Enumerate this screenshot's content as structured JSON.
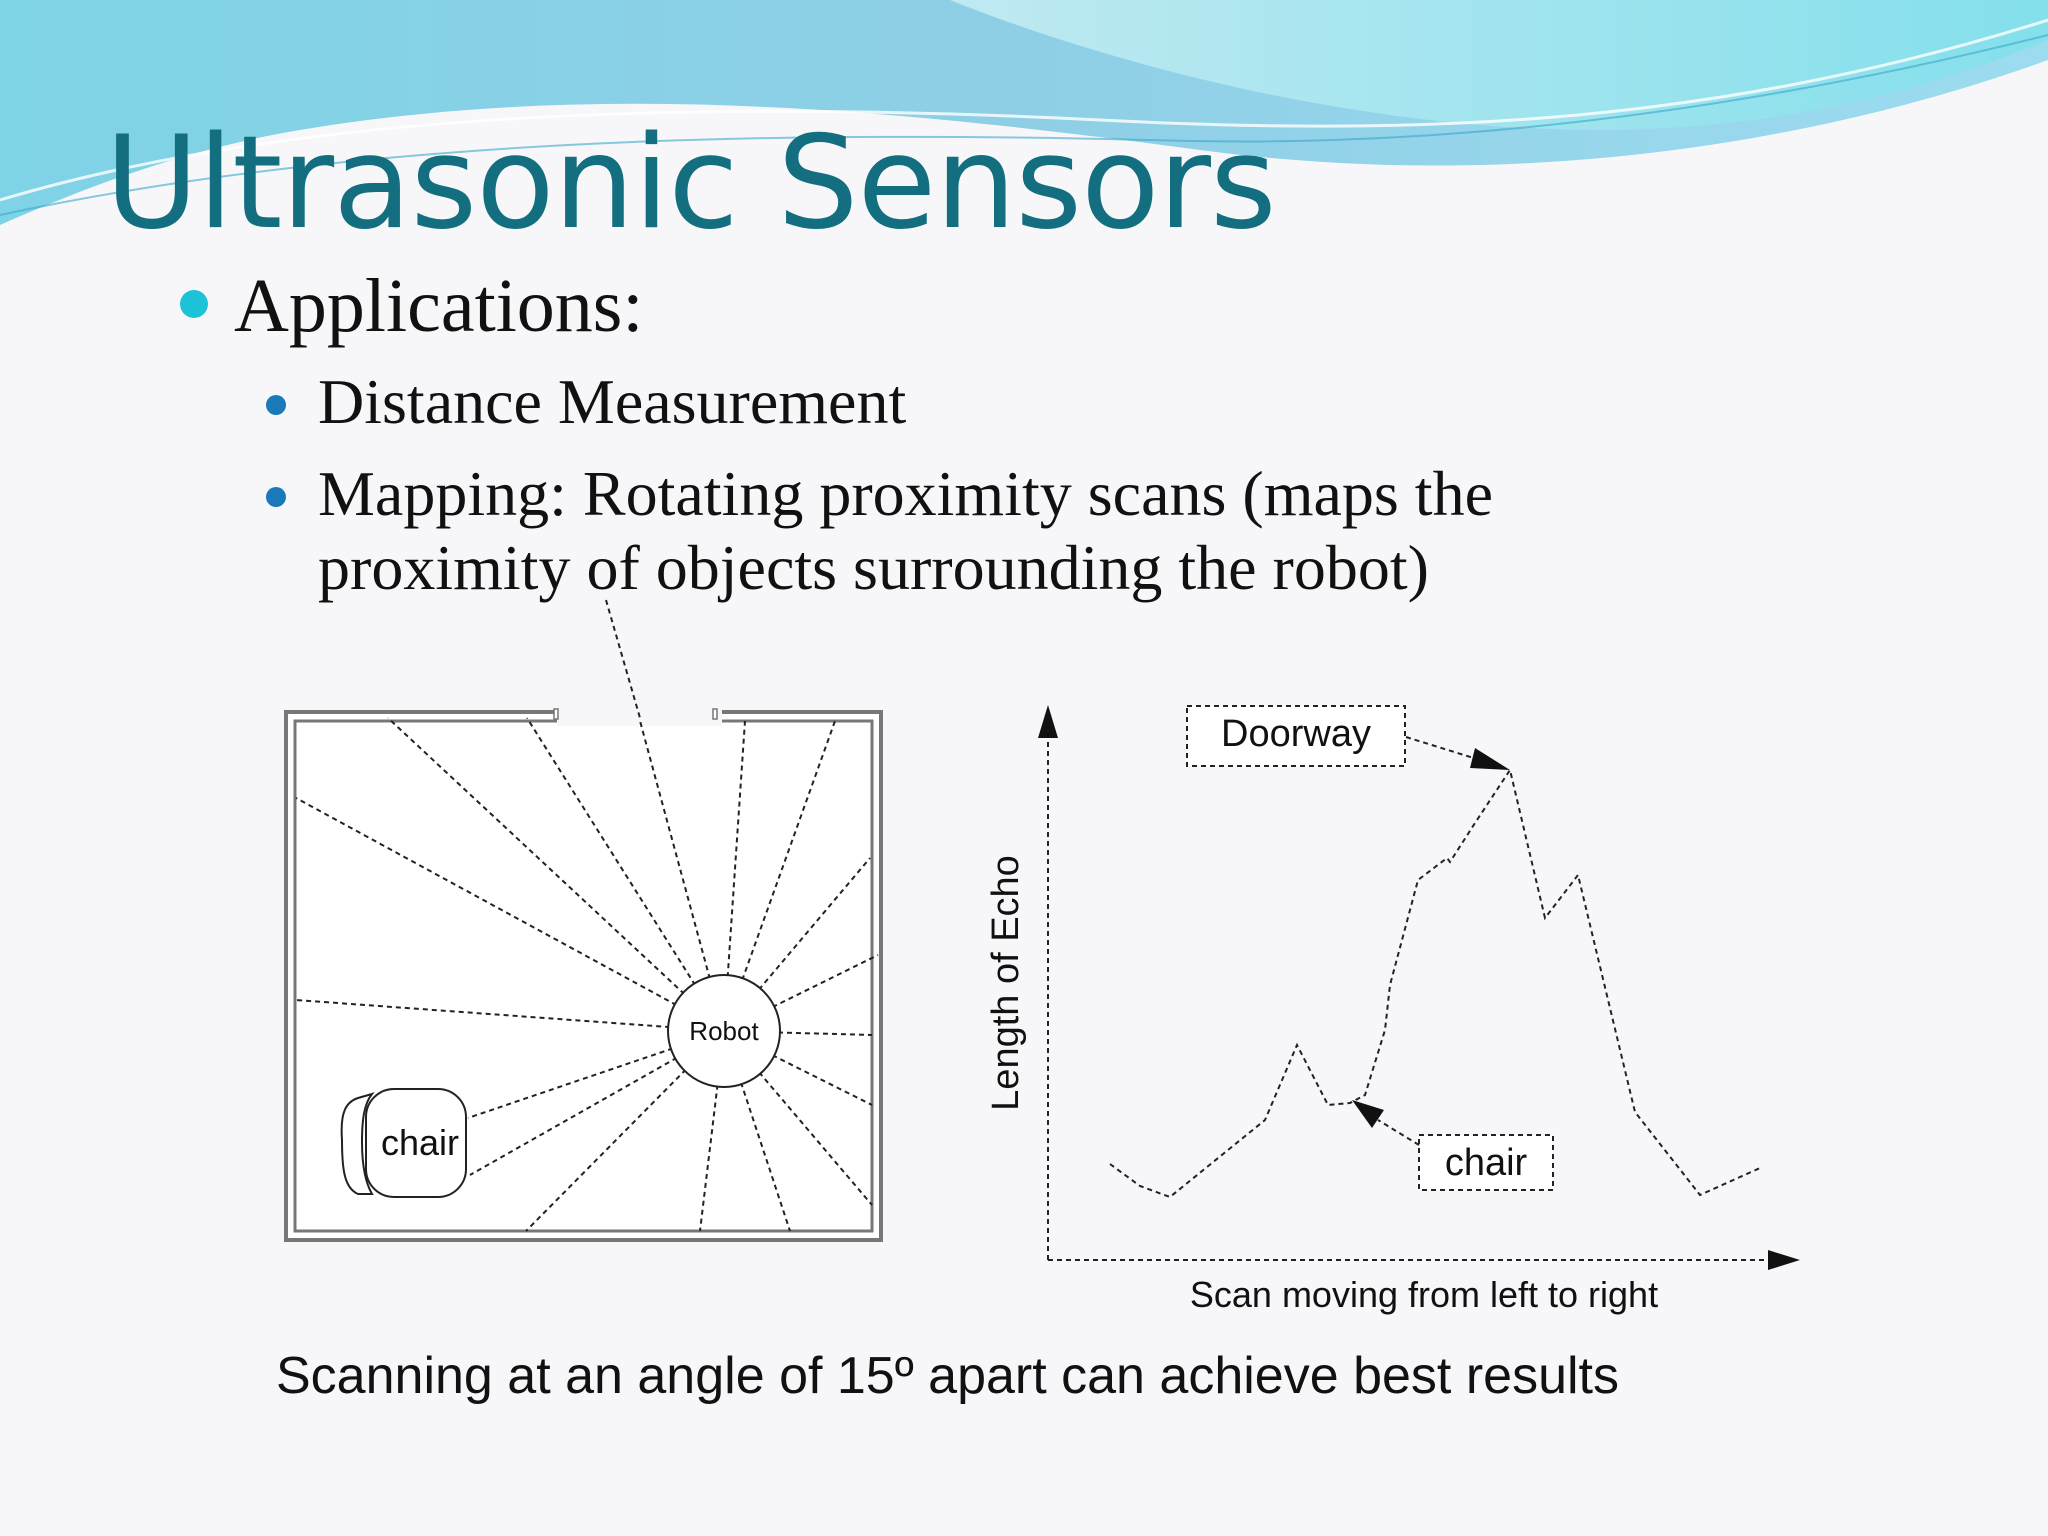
{
  "slide": {
    "title": "Ultrasonic Sensors",
    "bullet": "Applications:",
    "sub_bullets": [
      "Distance Measurement",
      "Mapping: Rotating proximity scans (maps the",
      "proximity of objects surrounding the robot)"
    ],
    "caption": "Scanning at an angle of 15º apart can achieve best results"
  },
  "diagram": {
    "room": {
      "robot_label": "Robot",
      "chair_label": "chair"
    },
    "plot": {
      "y_axis_label": "Length of Echo",
      "x_axis_label": "Scan moving from left to right",
      "callout_doorway": "Doorway",
      "callout_chair": "chair"
    }
  },
  "colors": {
    "title": "#136f80",
    "bullet_l1": "#1cc3d6",
    "bullet_l2": "#1a79b8",
    "wave_light": "#a7e6ef",
    "wave_mid": "#5cc8dc",
    "wave_dark": "#2aa0c4"
  }
}
